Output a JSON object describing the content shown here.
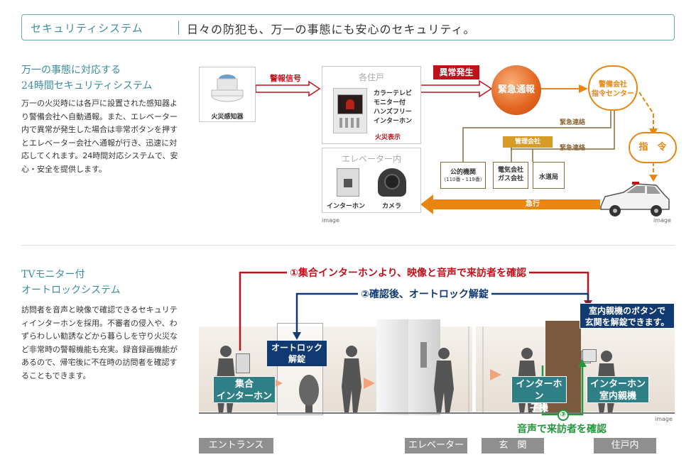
{
  "header": {
    "system": "セキュリティシステム",
    "tagline": "日々の防犯も、万一の事態にも安心のセキュリティ。"
  },
  "security": {
    "title_line1": "万一の事態に対応する",
    "title_line2": "24時間セキュリティシステム",
    "body": "万一の火災時には各戸に設置された感知器より警備会社へ自動通報。また、エレベーター内で異常が発生した場合は非常ボタンを押すとエレベーター会社へ通報が行き、迅速に対応してくれます。24時間対応システムで、安心・安全を提供します。",
    "diagram": {
      "detector": "火災感知器",
      "alarm_signal": "警報信号",
      "each_unit": "各住戸",
      "intercom_lines": [
        "カラーテレビ",
        "モニター付",
        "ハンズフリー",
        "インターホン"
      ],
      "fire_display": "火災表示",
      "elevator": "エレベーター内",
      "intercom": "インターホン",
      "camera": "カメラ",
      "abnormal": "異常発生",
      "emergency_call": "緊急通報",
      "security_center": [
        "警備会社",
        "指令センター"
      ],
      "command": "指　令",
      "emergency_contact_1": "緊急連絡",
      "emergency_contact_2": "緊急連絡",
      "management": "管理会社",
      "public_org": "公的機関",
      "public_org_sub": "（110番・119番）",
      "power_gas": [
        "電気会社",
        "ガス会社"
      ],
      "water": "水道局",
      "rush": "急行",
      "image_note_left": "image",
      "image_note_right": "image"
    }
  },
  "autolock": {
    "title_line1": "TVモニター付",
    "title_line2": "オートロックシステム",
    "body": "訪問者を音声と映像で確認できるセキュリティインターホンを採用。不審者の侵入や、わずらわしい勧誘などから暮らしを守り火災など非常時の警報機能も充実。録音録画機能があるので、帰宅後に不在時の訪問者を確認することもできます。",
    "diagram": {
      "step1": "①集合インターホンより、映像と音声で来訪者を確認",
      "step2": "②確認後、オートロック解錠",
      "step3_num": "③",
      "step3": "音声で来訪者を確認",
      "autolock_release": [
        "オートロック",
        "解錠"
      ],
      "shared_intercom": [
        "集合",
        "インターホン"
      ],
      "child_unit": [
        "インターホン",
        "子機"
      ],
      "master_unit": [
        "インターホン",
        "室内親機"
      ],
      "unlock_note": [
        "室内親機のボタンで",
        "玄関を解錠できます。"
      ],
      "image_note": "image",
      "areas": [
        "エントランス",
        "エレベーター",
        "玄　関",
        "住戸内"
      ]
    }
  }
}
